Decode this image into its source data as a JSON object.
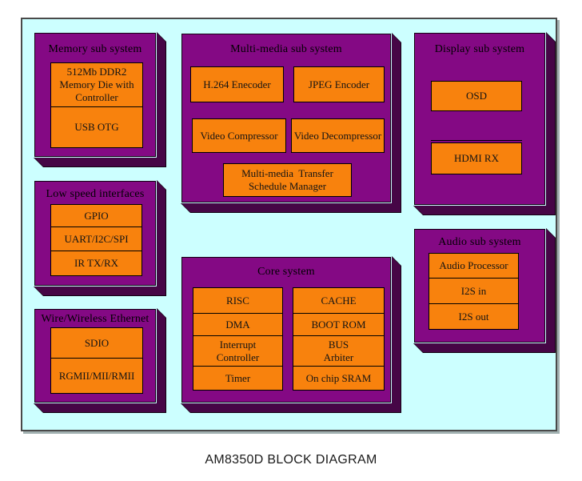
{
  "caption": "AM8350D BLOCK DIAGRAM",
  "colors": {
    "page_bg": "#ffffff",
    "canvas_bg": "#ccffff",
    "canvas_border": "#4a4a4a",
    "panel_fill": "#840984",
    "panel_shadow": "#460646",
    "block_fill": "#f8820d",
    "outline": "#000000"
  },
  "panels": {
    "memory": {
      "title": "Memory sub system",
      "blocks": [
        "512Mb DDR2\nMemory Die with\nController",
        "USB OTG"
      ]
    },
    "multimedia": {
      "title": "Multi-media sub system",
      "blocks": [
        "H.264 Enecoder",
        "JPEG Encoder",
        "Video Compressor",
        "Video Decompressor",
        "Multi-media  Transfer\nSchedule Manager"
      ]
    },
    "display": {
      "title": "Display sub system",
      "blocks": [
        "OSD",
        "HDMI RX"
      ]
    },
    "low_speed": {
      "title": "Low speed interfaces",
      "blocks": [
        "GPIO",
        "UART/I2C/SPI",
        "IR TX/RX"
      ]
    },
    "audio": {
      "title": "Audio sub system",
      "blocks": [
        "Audio Processor",
        "I2S in",
        "I2S out"
      ]
    },
    "ethernet": {
      "title": "Wire/Wireless Ethernet",
      "blocks": [
        "SDIO",
        "RGMII/MII/RMII"
      ]
    },
    "core": {
      "title": "Core system",
      "left_column": [
        "RISC",
        "DMA",
        "Interrupt\nController",
        "Timer"
      ],
      "right_column": [
        "CACHE",
        "BOOT ROM",
        "BUS\nArbiter",
        "On chip SRAM"
      ]
    }
  }
}
